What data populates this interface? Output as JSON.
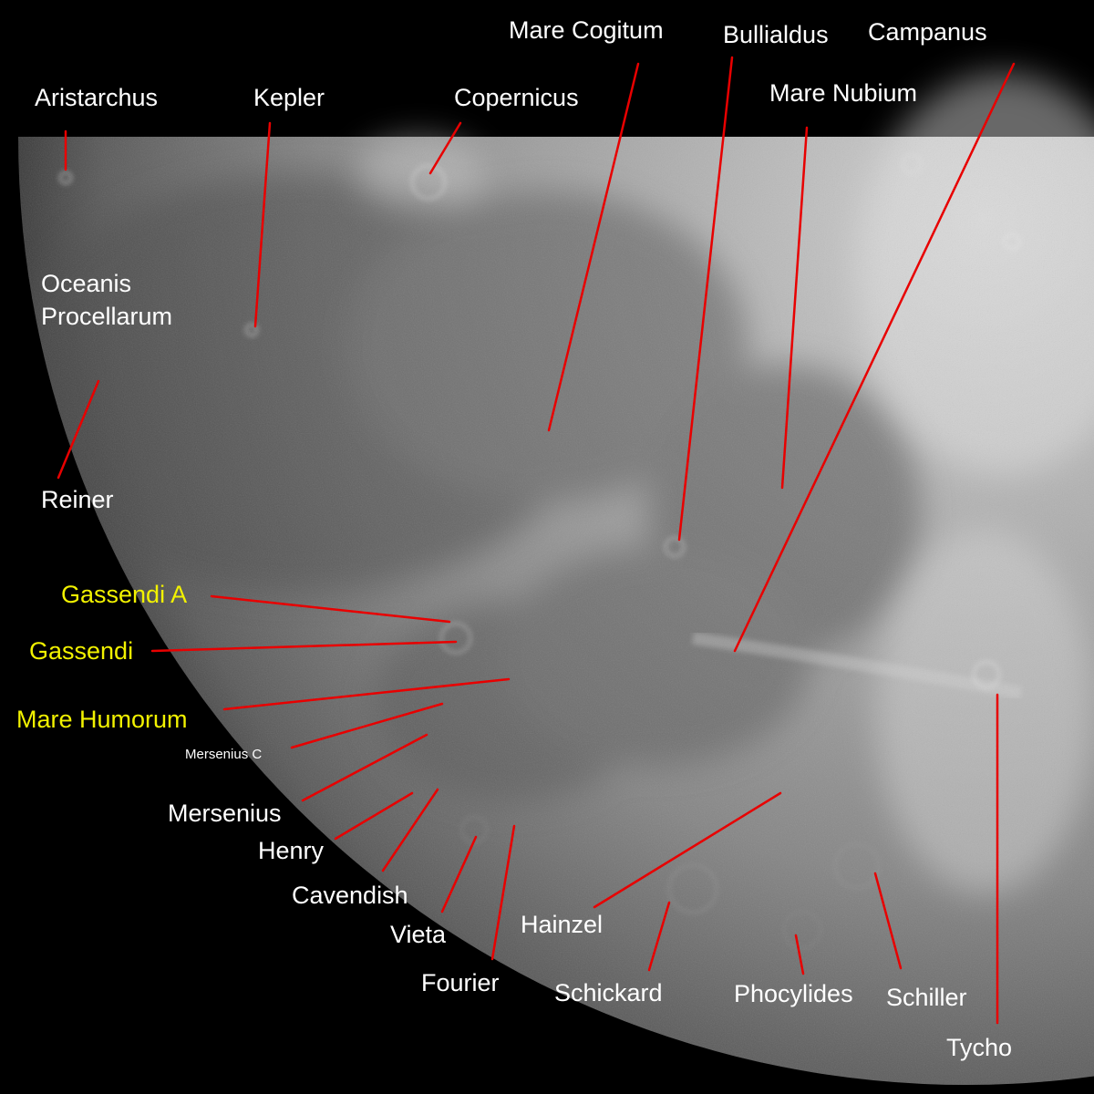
{
  "image": {
    "subject": "moon-surface",
    "colors": {
      "background": "#000000",
      "leader_line": "#e80000",
      "label_white": "#ffffff",
      "label_yellow": "#f2f200",
      "moon_bright": "#c9c9c9",
      "moon_mare": "#7d7d7d"
    }
  },
  "labels": {
    "aristarchus": "Aristarchus",
    "kepler": "Kepler",
    "copernicus": "Copernicus",
    "mare_cogitum": "Mare Cogitum",
    "bullialdus": "Bullialdus",
    "campanus": "Campanus",
    "mare_nubium": "Mare Nubium",
    "oceanis_1": "Oceanis",
    "oceanis_2": "Procellarum",
    "reiner": "Reiner",
    "gassendi_a": "Gassendi A",
    "gassendi": "Gassendi",
    "mare_humorum": "Mare Humorum",
    "mersenius_c": "Mersenius C",
    "mersenius": "Mersenius",
    "henry": "Henry",
    "cavendish": "Cavendish",
    "vieta": "Vieta",
    "fourier": "Fourier",
    "hainzel": "Hainzel",
    "schickard": "Schickard",
    "phocylides": "Phocylides",
    "schiller": "Schiller",
    "tycho": "Tycho"
  }
}
